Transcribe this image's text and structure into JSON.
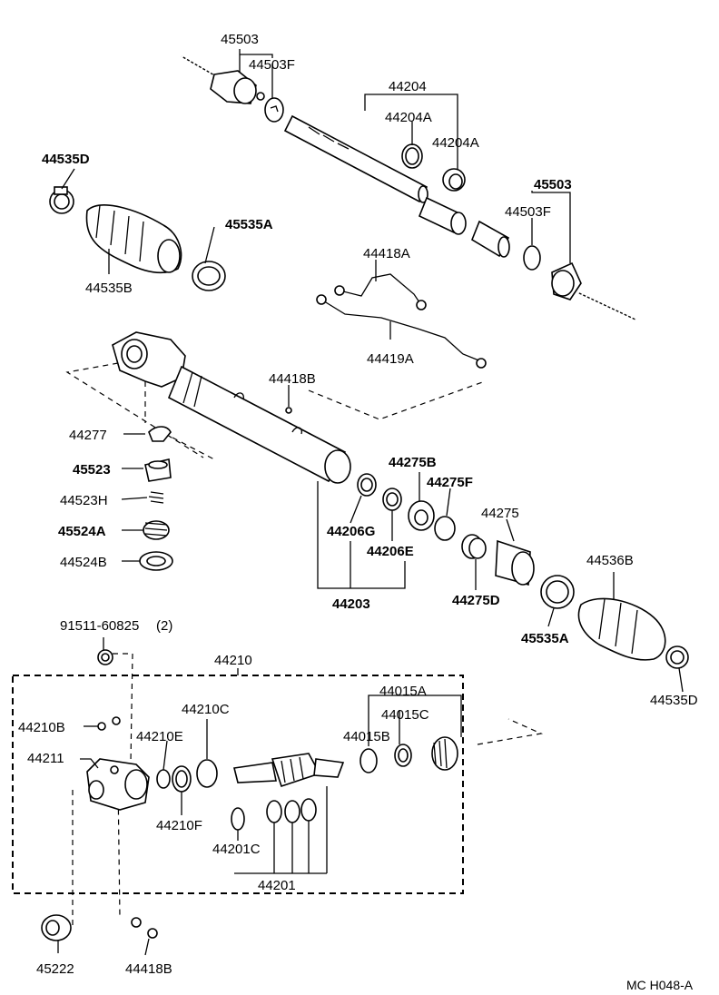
{
  "labels": {
    "p45503_top": "45503",
    "p44503f_top": "44503F",
    "p44204": "44204",
    "p44204a_1": "44204A",
    "p44204a_2": "44204A",
    "p44535d_top": "44535D",
    "p45535a_top": "45535A",
    "p44535b": "44535B",
    "p45503_right": "45503",
    "p44503f_right": "44503F",
    "p44418a": "44418A",
    "p44419a": "44419A",
    "p44418b_top": "44418B",
    "p44277": "44277",
    "p45523": "45523",
    "p44523h": "44523H",
    "p45524a": "45524A",
    "p44524b": "44524B",
    "p44275b": "44275B",
    "p44275f": "44275F",
    "p44275": "44275",
    "p44206g": "44206G",
    "p44206e": "44206E",
    "p44203": "44203",
    "p44275d": "44275D",
    "p44536b": "44536B",
    "p45535a_bottom": "45535A",
    "p44535d_bottom": "44535D",
    "p91511": "91511-60825",
    "p91511_qty": "(2)",
    "p44210": "44210",
    "p44210c": "44210C",
    "p44015a": "44015A",
    "p44015c": "44015C",
    "p44015b": "44015B",
    "p44210b": "44210B",
    "p44210e": "44210E",
    "p44211": "44211",
    "p44210f": "44210F",
    "p44201c": "44201C",
    "p44201": "44201",
    "p45222": "45222",
    "p44418b_bottom": "44418B",
    "footer_code": "MC  H048-A"
  }
}
